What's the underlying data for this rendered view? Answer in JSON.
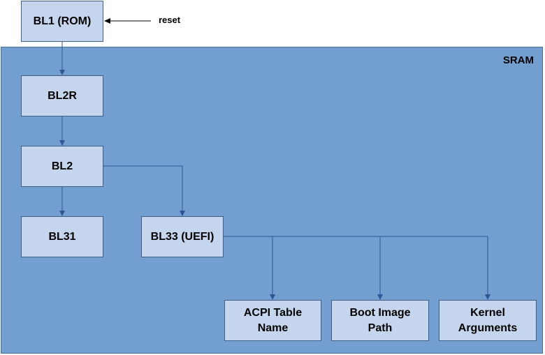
{
  "diagram": {
    "region": {
      "label": "SRAM"
    },
    "reset_label": "reset",
    "nodes": {
      "bl1": "BL1 (ROM)",
      "bl2r": "BL2R",
      "bl2": "BL2",
      "bl31": "BL31",
      "bl33": "BL33 (UEFI)",
      "acpi": "ACPI Table\nName",
      "boot_image": "Boot Image\nPath",
      "kernel_args": "Kernel\nArguments"
    },
    "colors": {
      "region_fill": "#729fcf",
      "box_fill": "#c5d5ee",
      "wire": "#2f5597"
    }
  }
}
